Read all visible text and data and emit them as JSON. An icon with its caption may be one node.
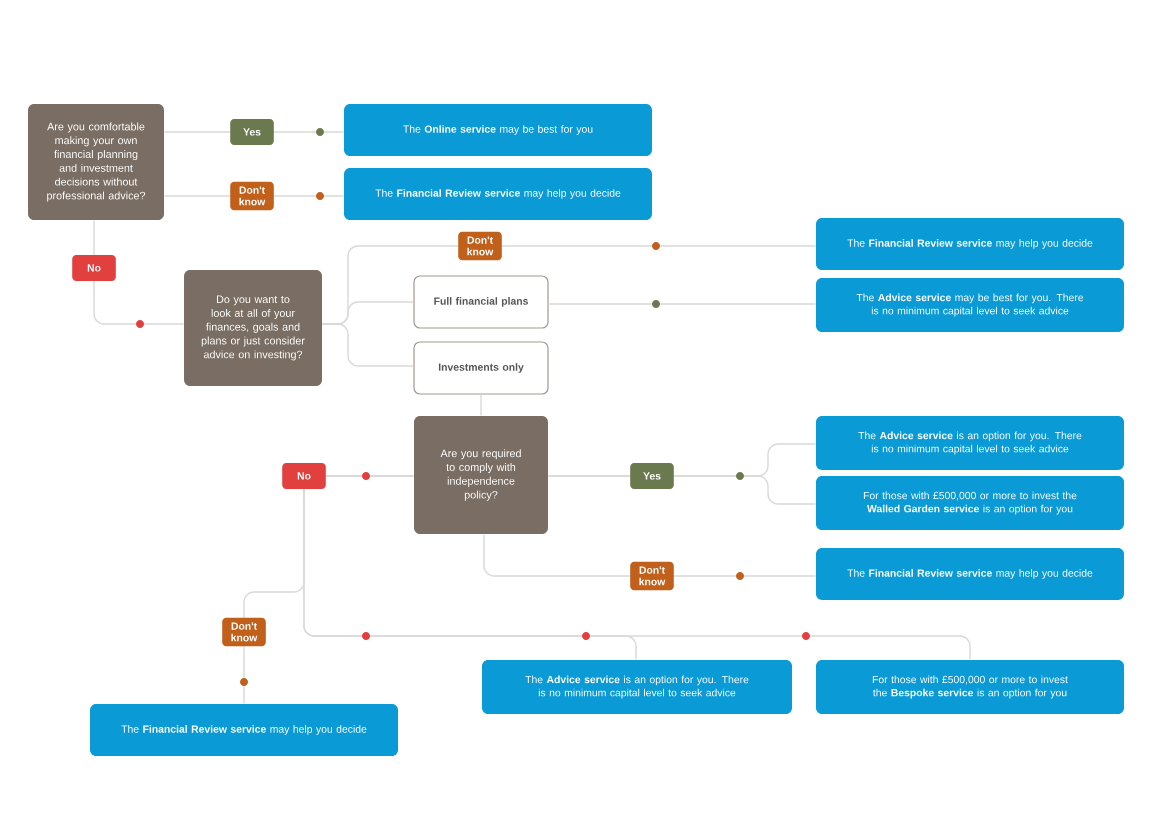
{
  "diagram": {
    "nodes": [
      {
        "text": [
          "Are you comfortable making your own financial planning and investment decisions without professional advice?"
        ]
      },
      {
        "text": [
          "The **Online service** may be best for you"
        ]
      },
      {
        "text": [
          "The **Financial Review service** may help you decide"
        ]
      },
      {
        "text": [
          "Do you want to look at all of your finances, goals and plans or just consider advice on investing?"
        ]
      },
      {
        "text": [
          "Full financial plans"
        ]
      },
      {
        "text": [
          "Investments only"
        ]
      },
      {
        "text": [
          "The **Financial Review service** may help you decide"
        ]
      },
      {
        "text": [
          "The **Advice service** may be best for you. There is no minimum capital level to seek advice"
        ]
      },
      {
        "text": [
          "Are you required to comply with independence policy?"
        ]
      },
      {
        "text": [
          "The **Advice service** is an option for you. There is no minimum capital level to seek advice"
        ]
      },
      {
        "text": [
          "For those with £500,000 or more to invest the **Walled Garden service** is an option for you"
        ]
      },
      {
        "text": [
          "The **Financial Review service** may help you decide"
        ]
      },
      {
        "text": [
          "The **Financial Review service** may help you decide"
        ]
      },
      {
        "text": [
          "The **Advice service** is an option for you. There is no minimum capital level to seek advice"
        ]
      },
      {
        "text": [
          "For those with £500,000 or more to invest the **Bespoke service** is an option for you"
        ]
      }
    ],
    "edges": [
      {
        "from": 0,
        "to": 1,
        "arrow": "none",
        "label": "Yes"
      },
      {
        "from": 0,
        "to": 2,
        "arrow": "none",
        "label": "Don't know"
      },
      {
        "from": 0,
        "to": 3,
        "arrow": "none",
        "label": "No"
      },
      {
        "from": 3,
        "to": 6,
        "arrow": "none",
        "label": "Don't know"
      },
      {
        "from": 3,
        "to": 4,
        "arrow": "none"
      },
      {
        "from": 4,
        "to": 7,
        "arrow": "none"
      },
      {
        "from": 3,
        "to": 5,
        "arrow": "none"
      },
      {
        "from": 5,
        "to": 8,
        "arrow": "none"
      },
      {
        "from": 8,
        "to": 9,
        "arrow": "none",
        "label": "Yes"
      },
      {
        "from": 8,
        "to": 10,
        "arrow": "none"
      },
      {
        "from": 8,
        "to": 11,
        "arrow": "none",
        "label": "Don't know"
      },
      {
        "from": 8,
        "to": 12,
        "arrow": "none",
        "label": "Don't know"
      },
      {
        "from": 8,
        "to": 13,
        "arrow": "none",
        "label": "No"
      },
      {
        "from": 8,
        "to": 14,
        "arrow": "none"
      }
    ]
  }
}
